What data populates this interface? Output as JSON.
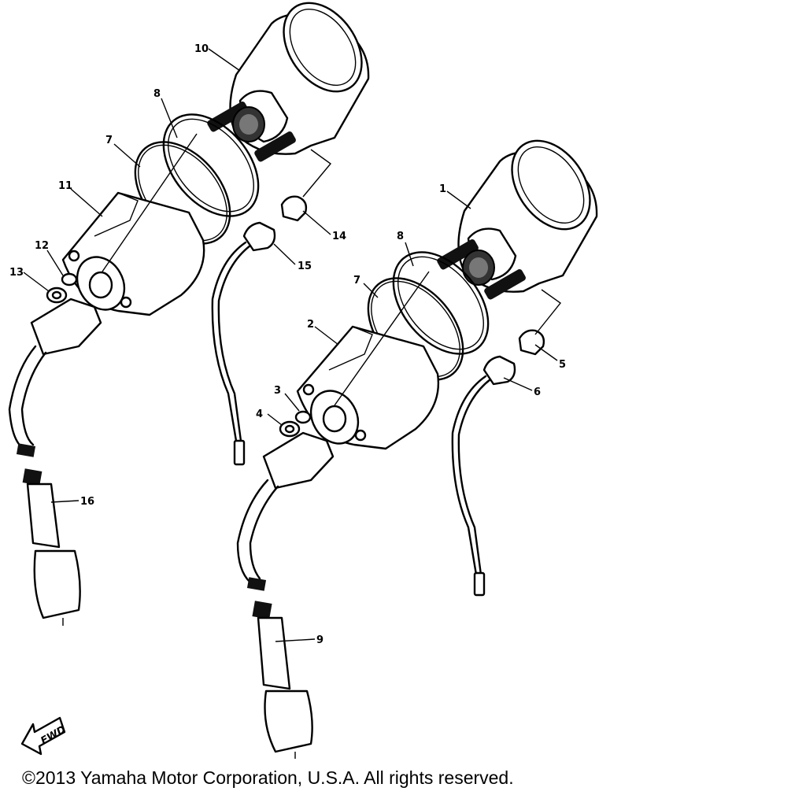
{
  "callouts": {
    "c1": "1",
    "c2": "2",
    "c3": "3",
    "c4": "4",
    "c5": "5",
    "c6": "6",
    "c7a": "7",
    "c7b": "7",
    "c8a": "8",
    "c8b": "8",
    "c9": "9",
    "c10": "10",
    "c11": "11",
    "c12": "12",
    "c13": "13",
    "c14": "14",
    "c15": "15",
    "c16": "16"
  },
  "fwd_label": "FWD",
  "copyright": "©2013 Yamaha Motor Corporation, U.S.A. All rights reserved."
}
